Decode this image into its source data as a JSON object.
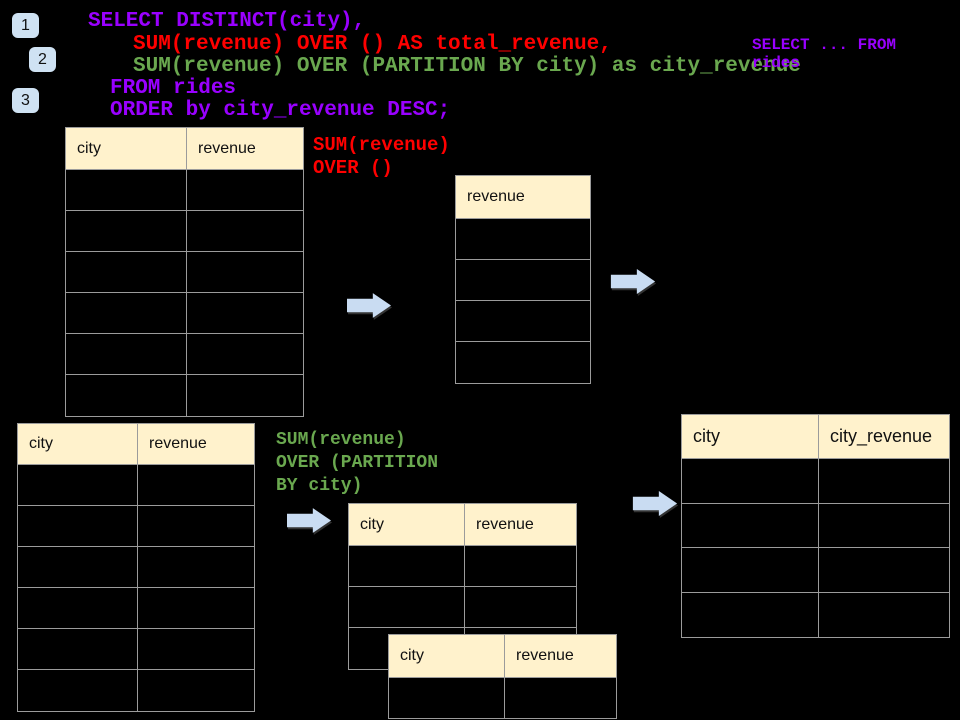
{
  "colors": {
    "purple": "#9900ff",
    "red": "#ff0000",
    "green": "#6aa84f",
    "arrow-blue": "#c9dcf2",
    "badge-blue": "#cfe2f3",
    "header-cream": "#fff2cc",
    "table-border": "#9b9b9b",
    "background": "#000000"
  },
  "badges": {
    "one": "1",
    "two": "2",
    "three": "3"
  },
  "sql": {
    "line1": "SELECT DISTINCT(city),",
    "line2": "SUM(revenue) OVER () AS total_revenue,",
    "line3": "SUM(revenue) OVER (PARTITION BY city) as city_revenue",
    "line4": "FROM rides",
    "line5": "ORDER by city_revenue DESC;"
  },
  "side_sql": {
    "line1": "SELECT ... FROM",
    "line2": "rides"
  },
  "annotations": {
    "total": {
      "line1": "SUM(revenue)",
      "line2": "OVER ()"
    },
    "partition": {
      "line1": "SUM(revenue)",
      "line2": "OVER (PARTITION",
      "line3": "BY city)"
    }
  },
  "tables": {
    "source_top": {
      "col1": "city",
      "col2": "revenue",
      "empty_rows": 6
    },
    "revenue_only": {
      "col1": "revenue",
      "empty_rows": 4
    },
    "source_bottom": {
      "col1": "city",
      "col2": "revenue",
      "empty_rows": 6
    },
    "partition_front": {
      "col1": "city",
      "col2": "revenue",
      "empty_rows": 3
    },
    "partition_back": {
      "col1": "city",
      "col2": "revenue",
      "empty_rows": 1
    },
    "result": {
      "col1": "city",
      "col2": "city_revenue",
      "empty_rows": 4
    }
  }
}
